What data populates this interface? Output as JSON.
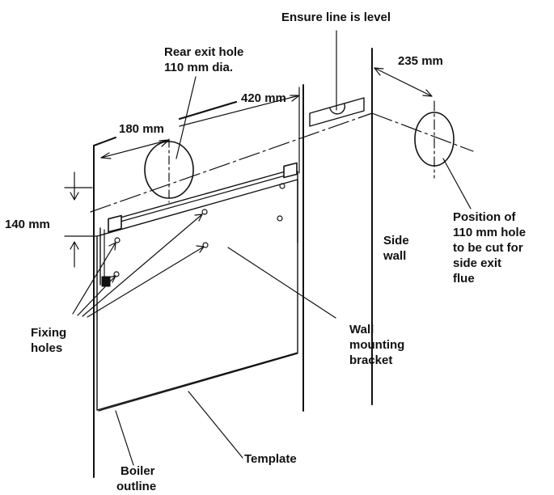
{
  "labels": {
    "ensure_level": "Ensure line is level",
    "rear_exit_hole": [
      "Rear exit hole",
      "110 mm dia."
    ],
    "dim_420": "420 mm",
    "dim_180": "180 mm",
    "dim_235": "235 mm",
    "dim_140": "140 mm",
    "side_exit_position": [
      "Position of",
      "110 mm hole",
      "to be cut for",
      "side exit",
      "flue"
    ],
    "side_wall": [
      "Side",
      "wall"
    ],
    "fixing_holes": [
      "Fixing",
      "holes"
    ],
    "wall_mounting_bracket": [
      "Wall",
      "mounting",
      "bracket"
    ],
    "template": "Template",
    "boiler_outline": [
      "Boiler",
      "outline"
    ]
  },
  "colors": {
    "line": "#111111",
    "background": "#ffffff"
  }
}
